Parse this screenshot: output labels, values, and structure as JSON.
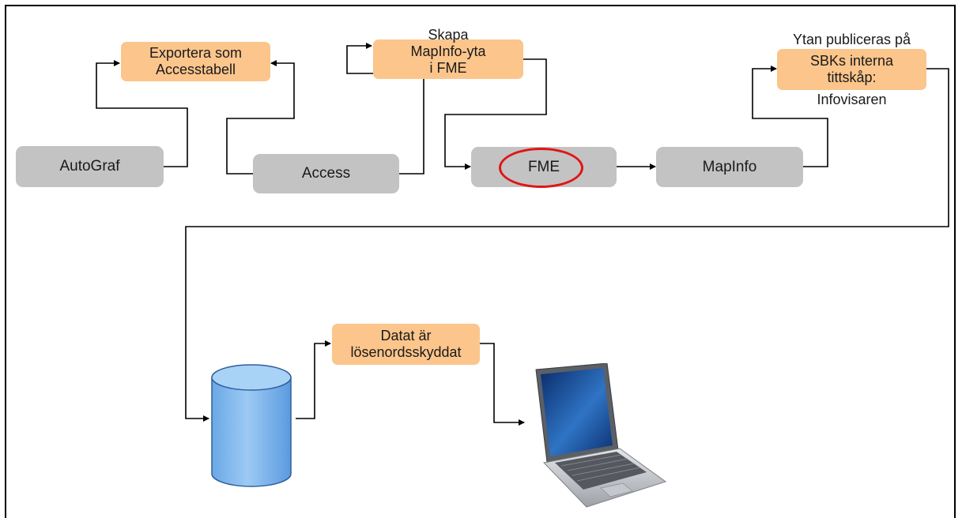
{
  "nodes": {
    "autograf": "AutoGraf",
    "access": "Access",
    "fme": "FME",
    "mapinfo": "MapInfo"
  },
  "notes": {
    "export_access": "Exportera som\nAccesstabell",
    "create_mapinfo": "Skapa\nMapInfo-yta\ni FME",
    "publish_top": "Ytan publiceras på",
    "publish_box": "SBKs interna\ntittskåp:",
    "publish_bottom": "Infovisaren",
    "password": "Datat är\nlösenordsskyddat"
  },
  "icons": {
    "database": "database-icon",
    "laptop": "laptop-icon"
  },
  "colors": {
    "process_box": "#c3c3c3",
    "note_box": "#fbc58c",
    "highlight_ring": "#e01515",
    "database_fill": "#8cc0ee"
  }
}
